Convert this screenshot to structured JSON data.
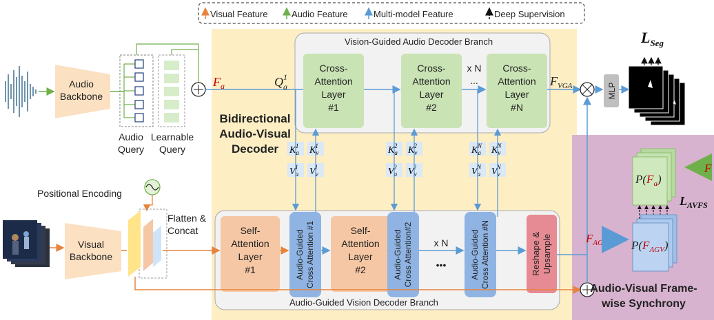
{
  "legend": {
    "visual": "Visual Feature",
    "audio": "Audio Feature",
    "multi": "Multi-model Feature",
    "deep": "Deep Supervision"
  },
  "colors": {
    "visual": "#e9833b",
    "audio": "#6fb04a",
    "multi": "#5b9bd5",
    "decoder_bg": "#fdeec4",
    "sync_bg": "#d7b3cf",
    "cross": "#c9e3b4",
    "self": "#f6c7a4",
    "guided": "#8fb4e3",
    "reshape": "#e68a93",
    "backbone": "#fbe0c2",
    "red": "#c00000"
  },
  "labels": {
    "audio_backbone": [
      "Audio",
      "Backbone"
    ],
    "visual_backbone": [
      "Visual",
      "Backbone"
    ],
    "audio_query": "Audio",
    "audio_query2": "Query",
    "learnable_query": "Learnable",
    "learnable_query2": "Query",
    "positional": "Positional Encoding",
    "flatten": "Flatten &",
    "concat": "Concat",
    "fa": "F",
    "fa_sub": "a",
    "qa": "Q",
    "qa_sub": "a",
    "qa_sup": "1",
    "vga_branch": "Vision-Guided Audio Decoder Branch",
    "agv_branch": "Audio-Guided Vision Decoder Branch",
    "bidir": [
      "Bidirectional",
      "Audio-Visual",
      "Decoder"
    ],
    "cross_1": [
      "Cross-",
      "Attention",
      "Layer",
      "#1"
    ],
    "cross_2": [
      "Cross-",
      "Attention",
      "Layer",
      "#2"
    ],
    "cross_n": [
      "Cross-",
      "Attention",
      "Layer",
      "#N"
    ],
    "self_1": [
      "Self-",
      "Attention",
      "Layer",
      "#1"
    ],
    "self_2": [
      "Self-",
      "Attention",
      "Layer",
      "#2"
    ],
    "guided_1": [
      "Audio-Guided",
      "Cross Attention #1"
    ],
    "guided_2": [
      "Audio-Guided",
      "Cross Attention#2"
    ],
    "guided_n": [
      "Audio-Guided",
      "Cross Attention #N"
    ],
    "xn_top": "x N",
    "xn_bottom": "x N",
    "dots_top": "...",
    "dots_bottom": "•••",
    "fvga": "F",
    "fvga_sub": "VGA",
    "fagv": "F",
    "fagv_sub": "AGV",
    "mlp": "MLP",
    "reshape": [
      "Reshape &",
      "Upsample"
    ],
    "lseg": "L",
    "lseg_sub": "Seg",
    "lavfs": "L",
    "lavfs_sub": "AVFS",
    "p_fa": "P(",
    "p_fagv": "P(",
    "fa_right": "F",
    "sync_title": [
      "Audio-Visual Frame-",
      "wise Synchrony"
    ],
    "k1a": [
      "K",
      "a",
      "1"
    ],
    "v1a": [
      "V",
      "a",
      "1"
    ],
    "k1v": [
      "K",
      "v",
      "1"
    ],
    "v1v": [
      "V",
      "v",
      "1"
    ],
    "k2a": [
      "K",
      "a",
      "2"
    ],
    "v2a": [
      "V",
      "a",
      "2"
    ],
    "k2v": [
      "K",
      "v",
      "2"
    ],
    "v2v": [
      "V",
      "v",
      "2"
    ],
    "kNa": [
      "K",
      "a",
      "N"
    ],
    "vNa": [
      "V",
      "a",
      "N"
    ],
    "kNv": [
      "K",
      "v",
      "N"
    ],
    "vNv": [
      "V",
      "v",
      "N"
    ]
  }
}
